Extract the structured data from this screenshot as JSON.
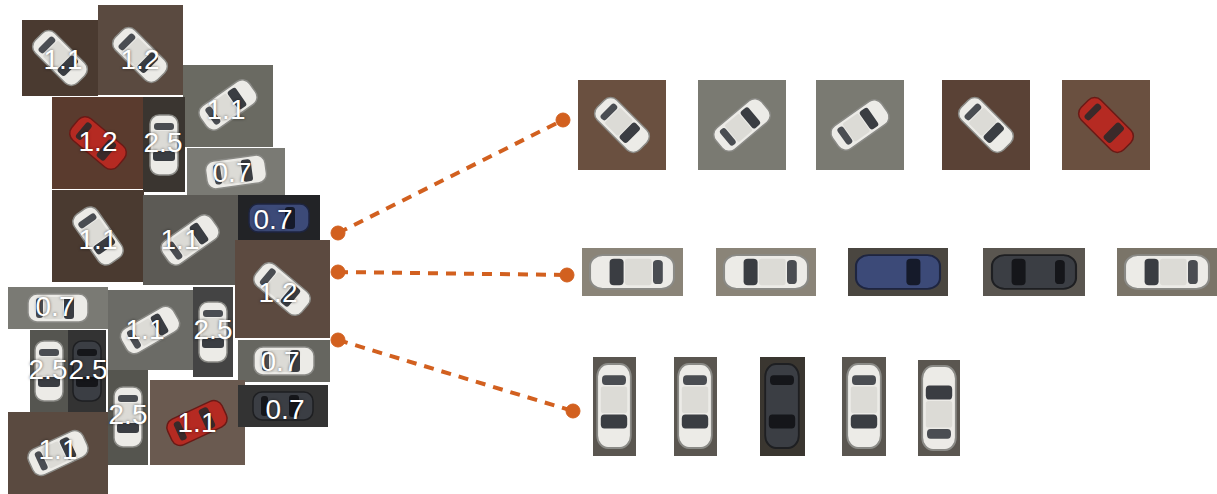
{
  "diagram": {
    "labels": [
      "1.1",
      "1.2",
      "1.1",
      "1.2",
      "2.5",
      "0.7",
      "0.7",
      "1.1",
      "1.1",
      "1.2",
      "0.7",
      "1.1",
      "2.5",
      "2.5",
      "2.5",
      "0.7",
      "2.5",
      "1.1",
      "0.7",
      "1.1"
    ]
  }
}
